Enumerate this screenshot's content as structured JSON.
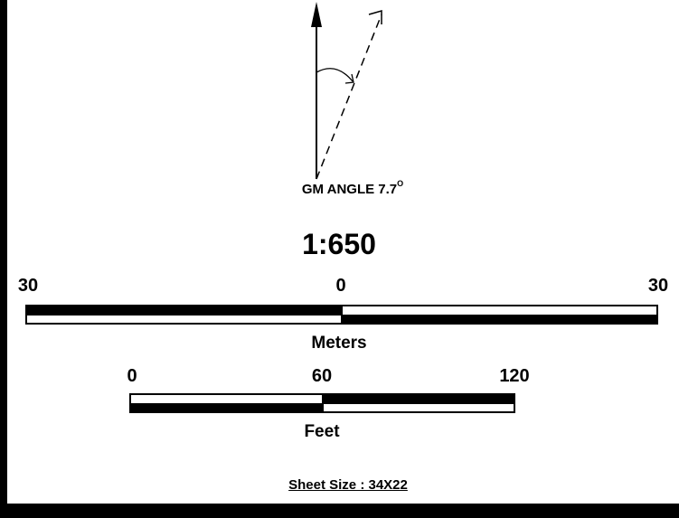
{
  "gm_angle": {
    "label": "GM ANGLE 7.7",
    "degree_symbol": "O"
  },
  "scale_ratio": "1:650",
  "meter_scale": {
    "ticks": [
      "30",
      "0",
      "30"
    ],
    "unit_label": "Meters"
  },
  "feet_scale": {
    "ticks": [
      "0",
      "60",
      "120"
    ],
    "unit_label": "Feet"
  },
  "sheet_size": "Sheet Size : 34X22",
  "colors": {
    "ink": "#000000",
    "paper": "#ffffff"
  }
}
